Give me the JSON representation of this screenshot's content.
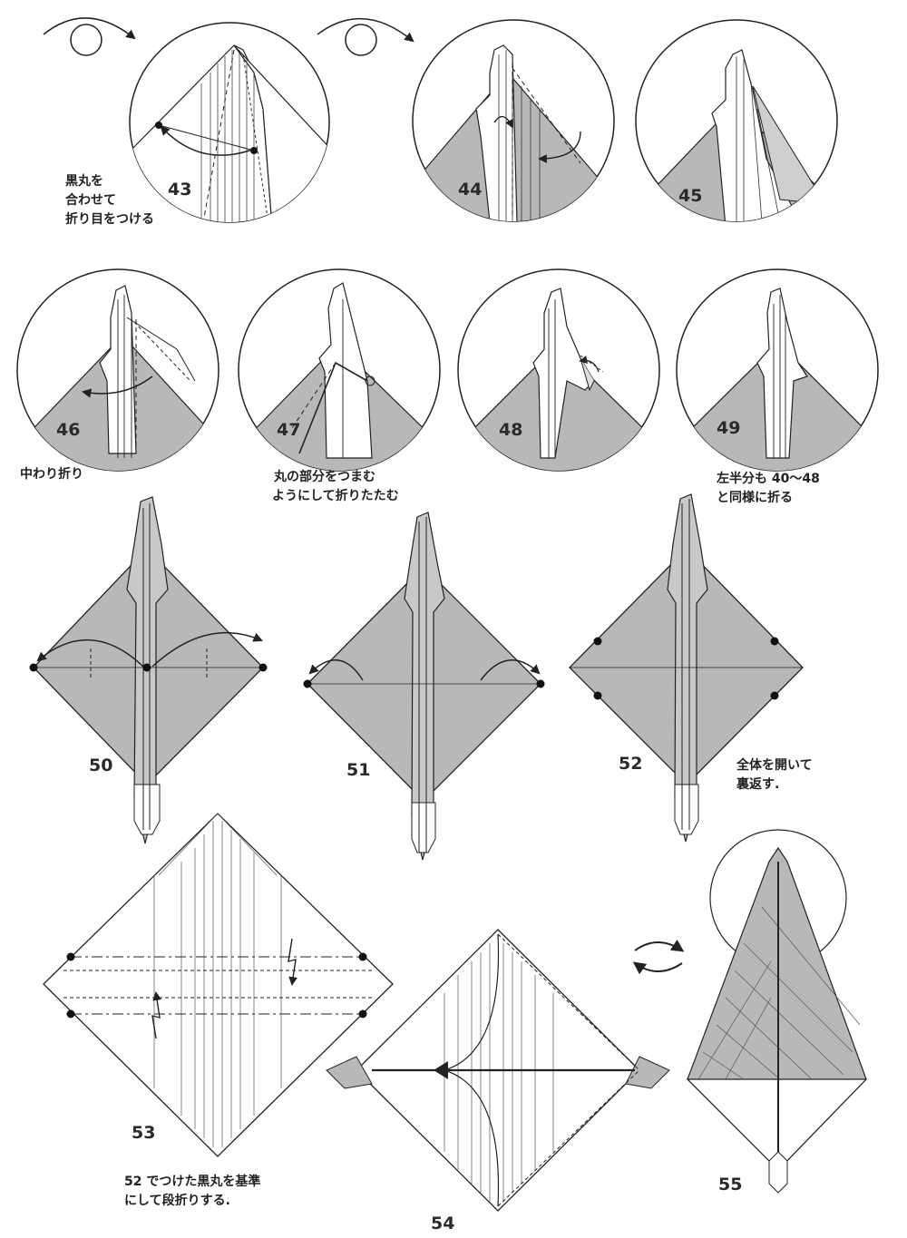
{
  "steps": [
    {
      "id": "43",
      "label": "43"
    },
    {
      "id": "44",
      "label": "44"
    },
    {
      "id": "45",
      "label": "45"
    },
    {
      "id": "46",
      "label": "46"
    },
    {
      "id": "47",
      "label": "47"
    },
    {
      "id": "48",
      "label": "48"
    },
    {
      "id": "49",
      "label": "49"
    },
    {
      "id": "50",
      "label": "50"
    },
    {
      "id": "51",
      "label": "51"
    },
    {
      "id": "52",
      "label": "52"
    },
    {
      "id": "53",
      "label": "53"
    },
    {
      "id": "54",
      "label": "54"
    },
    {
      "id": "55",
      "label": "55"
    }
  ],
  "notes": {
    "step43": "黒丸を\n合わせて\n折り目をつける",
    "step46": "中わり折り",
    "step47": "丸の部分をつまむ\nようにして折りたたむ",
    "step49": "左半分も 40〜48\nと同様に折る",
    "step52": "全体を開いて\n裏返す.",
    "step53": "52 でつけた黒丸を基準\nにして段折りする."
  },
  "colors": {
    "paper_shade": "#b8b8b8",
    "paper_dark": "#8e8e8e",
    "line": "#222222",
    "background": "#ffffff"
  },
  "icons": [
    "turn-over-icon",
    "rotate-icon",
    "fold-arrow-icon",
    "black-dot-icon"
  ]
}
